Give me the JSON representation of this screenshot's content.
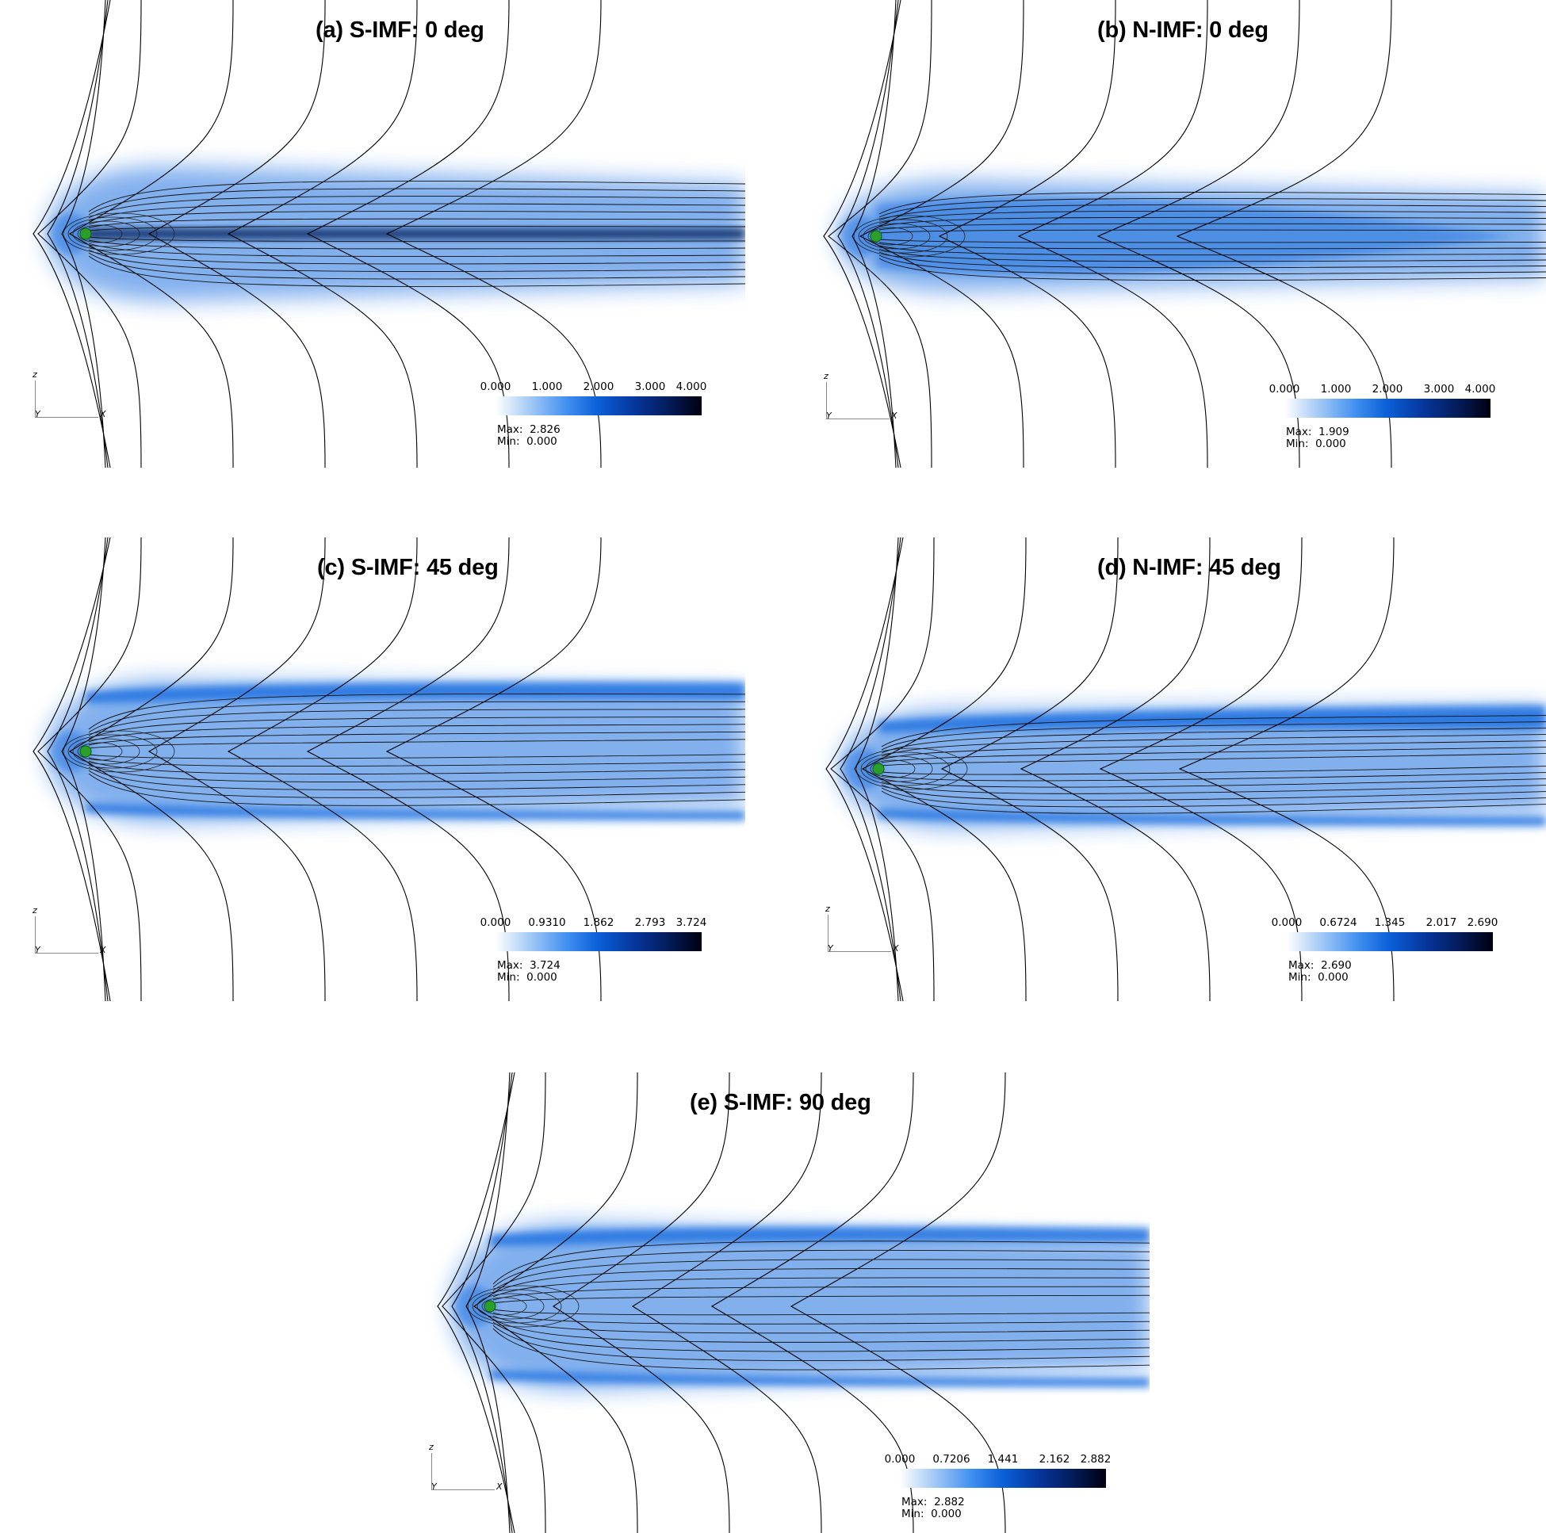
{
  "panels": [
    {
      "id": "a",
      "title": "(a) S-IMF: 0 deg",
      "axes": {
        "z": "z",
        "y": "Y",
        "x": "X"
      },
      "colorbar": {
        "ticks": [
          "0.000",
          "1.000",
          "2.000",
          "3.000",
          "4.000"
        ],
        "max_label": "Max:",
        "max_value": "2.826",
        "min_label": "Min:",
        "min_value": "0.000"
      }
    },
    {
      "id": "b",
      "title": "(b) N-IMF: 0 deg",
      "axes": {
        "z": "z",
        "y": "Y",
        "x": "X"
      },
      "colorbar": {
        "ticks": [
          "0.000",
          "1.000",
          "2.000",
          "3.000",
          "4.000"
        ],
        "max_label": "Max:",
        "max_value": "1.909",
        "min_label": "Min:",
        "min_value": "0.000"
      }
    },
    {
      "id": "c",
      "title": "(c) S-IMF: 45 deg",
      "axes": {
        "z": "z",
        "y": "Y",
        "x": "X"
      },
      "colorbar": {
        "ticks": [
          "0.000",
          "0.9310",
          "1.862",
          "2.793",
          "3.724"
        ],
        "max_label": "Max:",
        "max_value": "3.724",
        "min_label": "Min:",
        "min_value": "0.000"
      }
    },
    {
      "id": "d",
      "title": "(d) N-IMF: 45 deg",
      "axes": {
        "z": "z",
        "y": "Y",
        "x": "X"
      },
      "colorbar": {
        "ticks": [
          "0.000",
          "0.6724",
          "1.345",
          "2.017",
          "2.690"
        ],
        "max_label": "Max:",
        "max_value": "2.690",
        "min_label": "Min:",
        "min_value": "0.000"
      }
    },
    {
      "id": "e",
      "title": "(e) S-IMF: 90 deg",
      "axes": {
        "z": "z",
        "y": "Y",
        "x": "X"
      },
      "colorbar": {
        "ticks": [
          "0.000",
          "0.7206",
          "1.441",
          "2.162",
          "2.882"
        ],
        "max_label": "Max:",
        "max_value": "2.882",
        "min_label": "Min:",
        "min_value": "0.000"
      }
    }
  ],
  "colors": {
    "field_blue": "#1a6fe0",
    "field_dark": "#041a55",
    "planet": "#2aa02a",
    "line": "#000000"
  }
}
